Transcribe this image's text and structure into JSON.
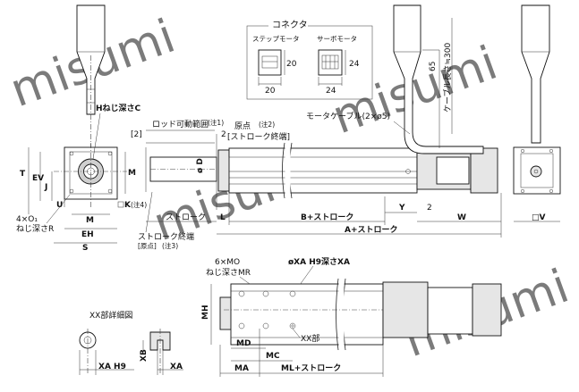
{
  "watermark": "misumi",
  "connector": {
    "title": "コネクタ",
    "stepper_label": "ステップモータ",
    "servo_label": "サーボモータ",
    "stepper_width": "20",
    "stepper_height": "20",
    "servo_width": "24",
    "servo_height": "24"
  },
  "cable": {
    "length_label": "ケーブル長さ≒300",
    "offset_label": "65",
    "motor_cable_label": "モータケーブル(2×ø5)"
  },
  "front_view": {
    "thread_label": "Hねじ深さC",
    "t": "T",
    "ev": "EV",
    "j": "J",
    "u": "U",
    "m_right": "M",
    "m_bottom": "M",
    "eh": "EH",
    "s": "S",
    "k_label": "K",
    "k_note": "(注4)",
    "holes_label": "4×O₁",
    "holes_depth": "ねじ深さR"
  },
  "side_view": {
    "rod_range": "ロッド可動範囲",
    "rod_range_note": "(注1)",
    "bracket2": "[2]",
    "dim2": "2",
    "origin": "原点",
    "origin_note": "(注2)",
    "stroke_end": "[ストローク終端]",
    "od": "ø D",
    "stroke": "ストローク",
    "l": "L",
    "b_stroke": "B+ストローク",
    "y": "Y",
    "dim2b": "2",
    "w": "W",
    "a_stroke": "A+ストローク",
    "stroke_end2": "ストローク終端",
    "origin2": "[原点]",
    "origin2_note": "(注3)"
  },
  "rear_view": {
    "v": "□V"
  },
  "bottom_view": {
    "mo": "6×MO",
    "mr": "ねじ深さMR",
    "xa": "øXA H9深さXA",
    "mh": "MH",
    "xx": "XX部",
    "md": "MD",
    "mc": "MC",
    "ma": "MA",
    "ml_stroke": "ML+ストローク"
  },
  "detail": {
    "title": "XX部詳細図",
    "xa_h9": "XA H9",
    "xb": "XB",
    "xa": "XA"
  }
}
